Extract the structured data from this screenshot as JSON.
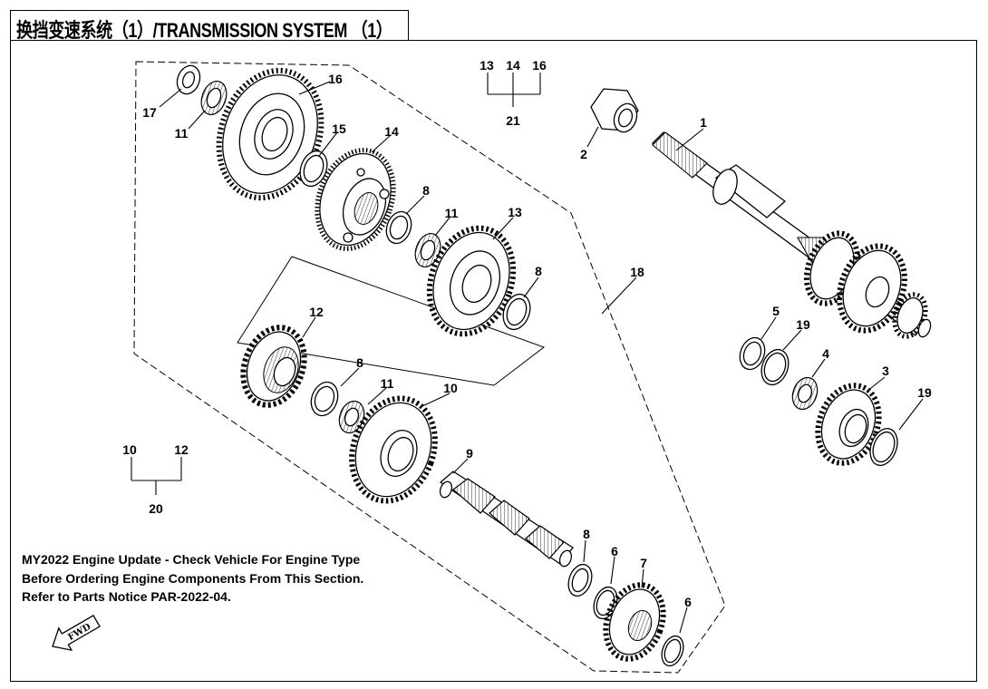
{
  "title": "换挡变速系统（1）/TRANSMISSION SYSTEM （1）",
  "notice": {
    "line1": "MY2022 Engine Update - Check Vehicle For Engine Type",
    "line2": "Before Ordering Engine Components From This Section.",
    "line3": "Refer to Parts Notice PAR-2022-04."
  },
  "direction_arrow": "FWD",
  "callouts": {
    "c1": "1",
    "c2": "2",
    "c3": "3",
    "c4": "4",
    "c5": "5",
    "c6a": "6",
    "c6b": "6",
    "c7": "7",
    "c8a": "8",
    "c8b": "8",
    "c8c": "8",
    "c8d": "8",
    "c9": "9",
    "c10": "10",
    "c11a": "11",
    "c11b": "11",
    "c11c": "11",
    "c12": "12",
    "c13": "13",
    "c14": "14",
    "c15": "15",
    "c16": "16",
    "c17": "17",
    "c18": "18",
    "c19a": "19",
    "c19b": "19"
  },
  "kit_groups": {
    "group20": {
      "label": "20",
      "parts": [
        "10",
        "12"
      ]
    },
    "group21": {
      "label": "21",
      "parts": [
        "13",
        "14",
        "16"
      ]
    }
  }
}
